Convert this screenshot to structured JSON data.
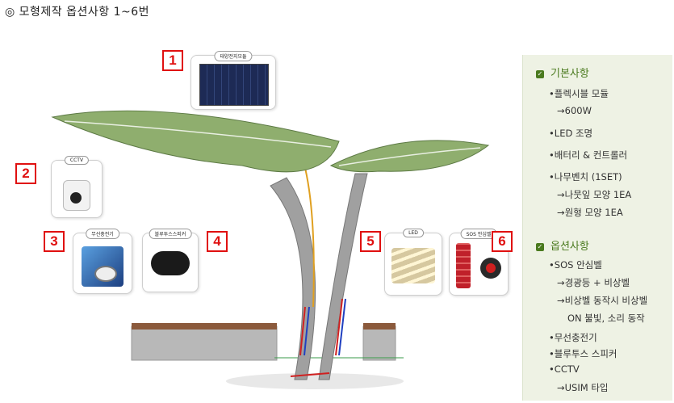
{
  "title": "◎ 모형제작 옵션사항 1~6번",
  "badges": [
    "1",
    "2",
    "3",
    "4",
    "5",
    "6"
  ],
  "cards": {
    "solar": "태양전지모듈",
    "cctv": "CCTV",
    "wireless": "무선충전기",
    "speaker": "블루투스스피커",
    "led": "LED",
    "sos": "SOS 안심벨"
  },
  "basic": {
    "heading": "기본사항",
    "items": [
      "•플렉시블 모듈",
      "→600W",
      "•LED 조명",
      "•배터리 & 컨트롤러",
      "•나무벤치 (1SET)",
      "→나뭇잎 모양 1EA",
      "→원형 모양 1EA"
    ]
  },
  "options": {
    "heading": "옵션사항",
    "items": [
      "•SOS 안심벨",
      "→경광등 + 비상벨",
      "→비상벨 동작시 비상벨",
      "ON 불빛, 소리 동작",
      "•무선충전기",
      "•블루투스 스피커",
      "•CCTV",
      "→USIM 타입"
    ]
  },
  "colors": {
    "accent": "#e01010",
    "panel": "#eef2e4",
    "green": "#4a7a1e"
  }
}
